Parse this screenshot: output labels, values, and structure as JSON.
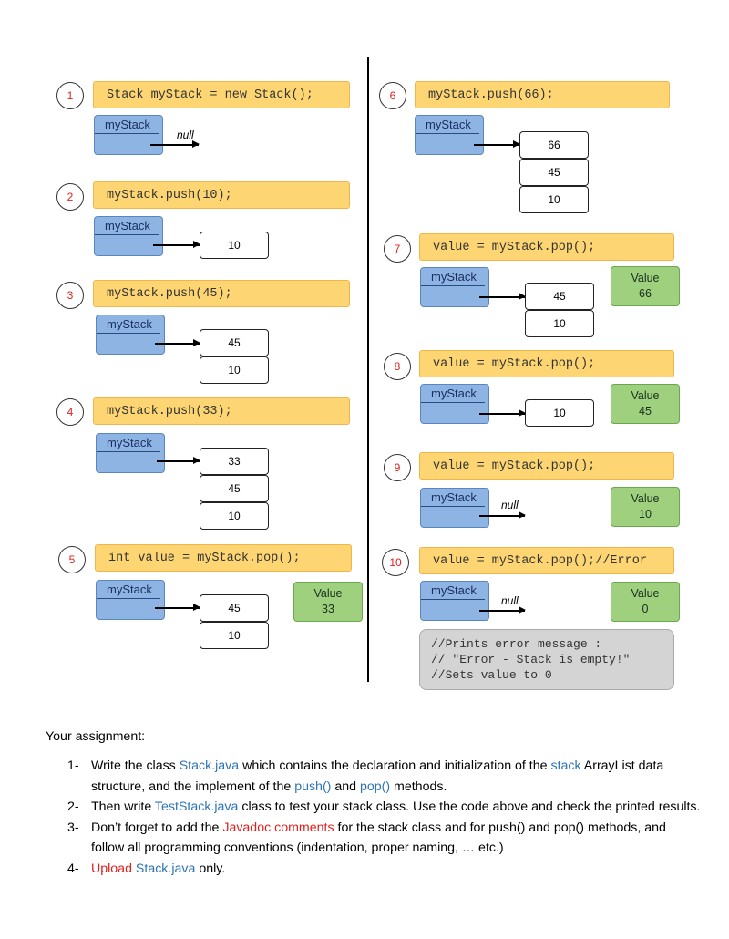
{
  "steps": [
    {
      "n": "1",
      "code": "Stack myStack = new Stack();",
      "ref": "myStack",
      "null": "null"
    },
    {
      "n": "2",
      "code": "myStack.push(10);",
      "ref": "myStack",
      "cells": [
        "10"
      ]
    },
    {
      "n": "3",
      "code": "myStack.push(45);",
      "ref": "myStack",
      "cells": [
        "45",
        "10"
      ]
    },
    {
      "n": "4",
      "code": "myStack.push(33);",
      "ref": "myStack",
      "cells": [
        "33",
        "45",
        "10"
      ]
    },
    {
      "n": "5",
      "code": "int value = myStack.pop();",
      "ref": "myStack",
      "cells": [
        "45",
        "10"
      ],
      "value_label": "Value",
      "value": "33"
    },
    {
      "n": "6",
      "code": "myStack.push(66);",
      "ref": "myStack",
      "cells": [
        "66",
        "45",
        "10"
      ]
    },
    {
      "n": "7",
      "code": "value = myStack.pop();",
      "ref": "myStack",
      "cells": [
        "45",
        "10"
      ],
      "value_label": "Value",
      "value": "66"
    },
    {
      "n": "8",
      "code": "value = myStack.pop();",
      "ref": "myStack",
      "cells": [
        "10"
      ],
      "value_label": "Value",
      "value": "45"
    },
    {
      "n": "9",
      "code": "value = myStack.pop();",
      "ref": "myStack",
      "null": "null",
      "value_label": "Value",
      "value": "10"
    },
    {
      "n": "10",
      "code": "value = myStack.pop();//Error",
      "ref": "myStack",
      "null": "null",
      "value_label": "Value",
      "value": "0"
    }
  ],
  "note_lines": [
    "//Prints error message :",
    "// \"Error - Stack is empty!\"",
    "//Sets value to 0"
  ],
  "assignment": {
    "title": "Your assignment:",
    "items": [
      {
        "n": "1-",
        "a": "Write the class ",
        "b": "Stack.java",
        "c": " which contains the declaration and initialization of the ",
        "d": "stack",
        "e": " ArrayList data structure, and the implement of the ",
        "f": "push()",
        "g": " and ",
        "h": "pop()",
        "i": " methods."
      },
      {
        "n": "2-",
        "a": "Then write ",
        "b": "TestStack.java",
        "c": " class to test your stack class. Use the code above and check the printed results."
      },
      {
        "n": "3-",
        "a": "Don’t forget to add the ",
        "b": "Javadoc comments",
        "c": " for the stack class and for push() and pop() methods, and follow all programming conventions (indentation, proper naming, … etc.)"
      },
      {
        "n": "4-",
        "a": "Upload",
        "b": "Stack.java",
        "c": "only."
      }
    ]
  }
}
